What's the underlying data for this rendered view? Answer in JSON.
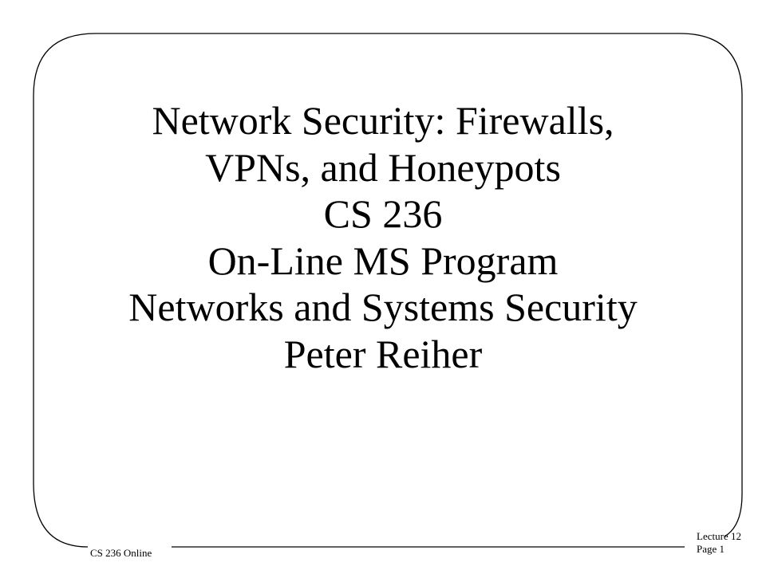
{
  "slide": {
    "title_lines": [
      "Network Security: Firewalls,",
      "VPNs, and Honeypots",
      "CS 236",
      "On-Line MS Program",
      "Networks and Systems Security",
      "Peter Reiher"
    ]
  },
  "footer": {
    "course": "CS 236 Online",
    "lecture": "Lecture 12",
    "page": "Page 1"
  },
  "colors": {
    "background": "#ffffff",
    "text": "#000000",
    "frame": "#000000"
  }
}
